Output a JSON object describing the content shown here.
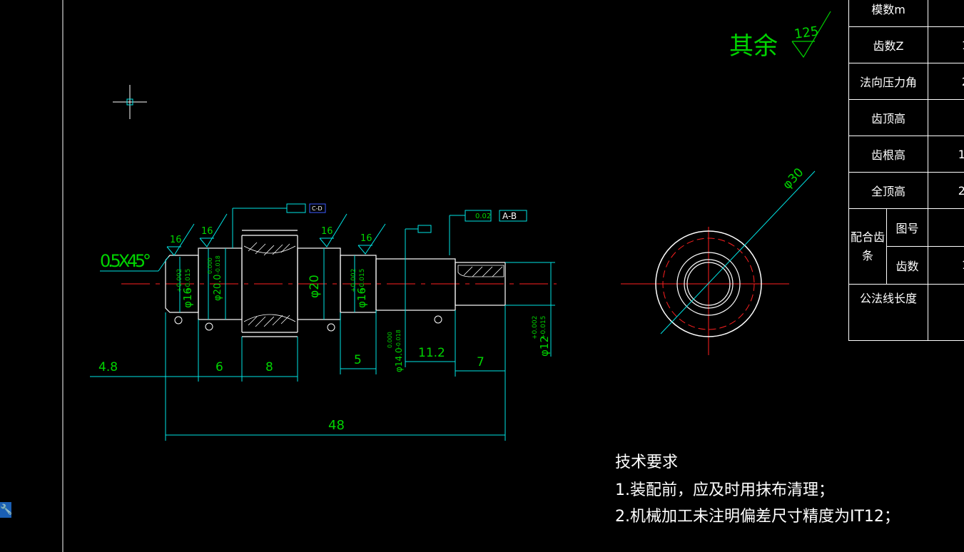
{
  "colors": {
    "background": "#000000",
    "dimension": "#00e5e5",
    "text_green": "#00d400",
    "outline": "#ffffff",
    "centerline": "#ff2020",
    "gdt": "#3b5cff"
  },
  "drawing": {
    "surface_note_label": "其余",
    "surface_note_value": "125",
    "roughness_marks": [
      "16",
      "16",
      "16",
      "16"
    ],
    "chamfer": "0.5X45°",
    "diameters": {
      "left_journal": "φ16",
      "left_journal_tol_upper": "+0.002",
      "left_journal_tol_lower": "+0.015",
      "shoulder": "φ20.0",
      "shoulder_tol_upper": "0.000",
      "shoulder_tol_lower": "-0.018",
      "gear": "φ20",
      "right_journal": "φ16",
      "right_journal_tol_upper": "+0.002",
      "right_journal_tol_lower": "+0.015",
      "mid": "φ14.0",
      "mid_tol_upper": "0.000",
      "mid_tol_lower": "-0.018",
      "end": "φ12",
      "end_tol_upper": "+0.002",
      "end_tol_lower": "+0.015",
      "section": "φ30"
    },
    "lengths": [
      "4.8",
      "6",
      "8",
      "5",
      "11.2",
      "7"
    ],
    "total_length": "48",
    "gdt_runout_value": "0.02",
    "gdt_datum": "A-B",
    "gdt_small_label": "C-D"
  },
  "param_table": {
    "rows": [
      {
        "label": "模数m",
        "value": ""
      },
      {
        "label": "齿数Z",
        "value": "1"
      },
      {
        "label": "法向压力角",
        "value": "2"
      },
      {
        "label": "齿顶高",
        "value": ""
      },
      {
        "label": "齿根高",
        "value": "1."
      },
      {
        "label": "全顶高",
        "value": "2."
      }
    ],
    "pair_label": "配合齿条",
    "pair_rows": [
      {
        "label": "图号",
        "value": ""
      },
      {
        "label": "齿数",
        "value": "1"
      }
    ],
    "last_row": {
      "label": "公法线长度",
      "value": ""
    }
  },
  "tech_requirements": {
    "title": "技术要求",
    "items": [
      "1.装配前，应及时用抹布清理；",
      "2.机械加工未注明偏差尺寸精度为IT12；"
    ]
  }
}
